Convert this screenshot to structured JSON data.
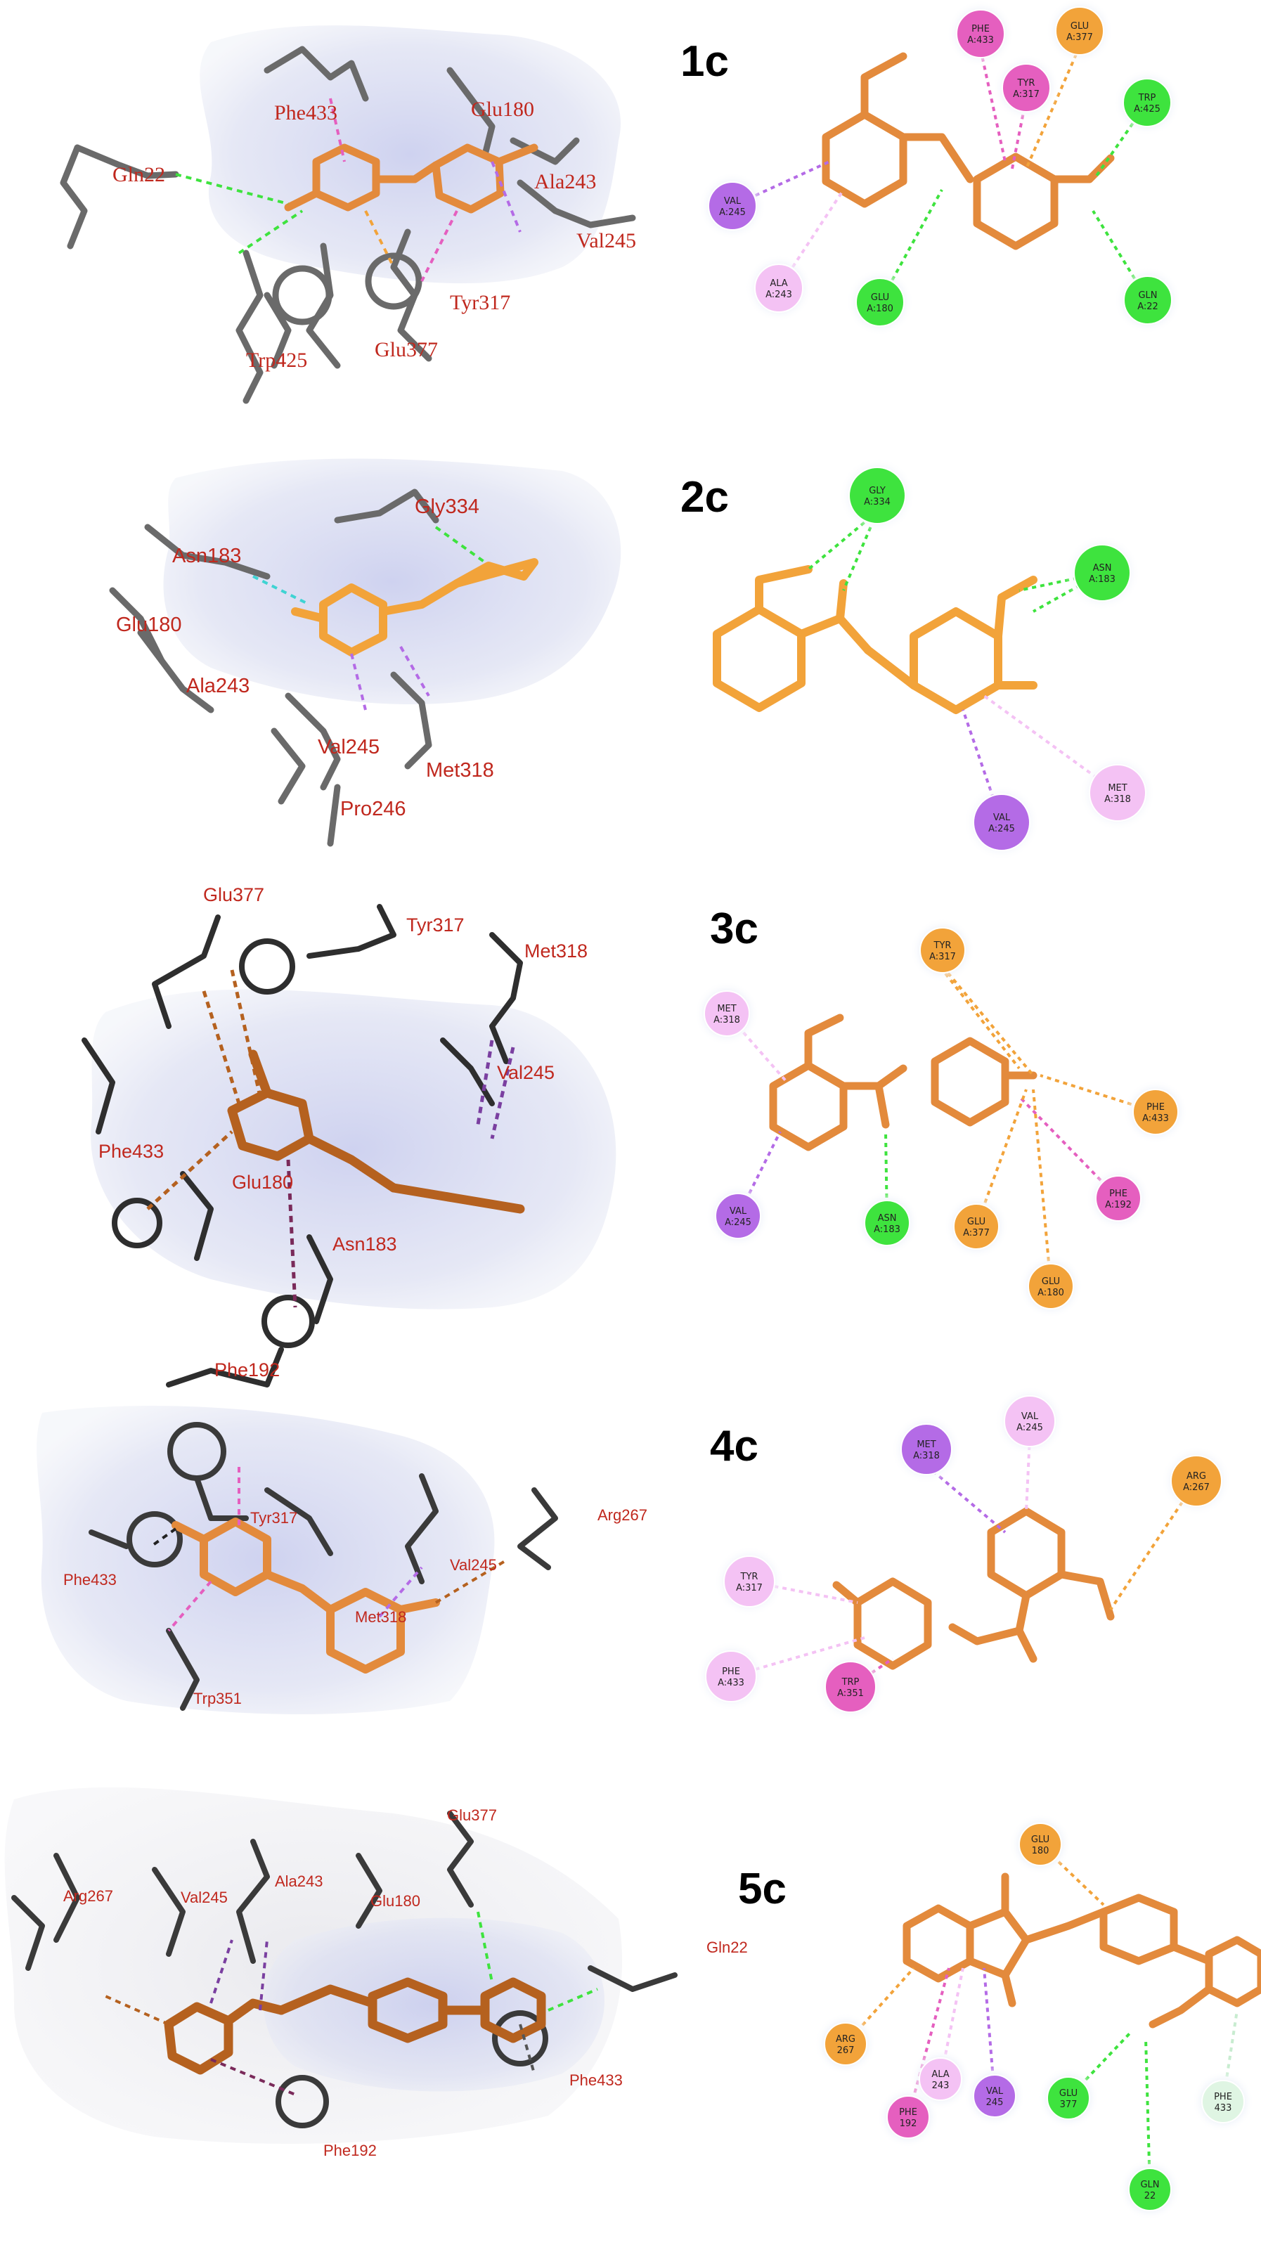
{
  "panels": [
    {
      "id": "1c",
      "label": "1c",
      "left_residues": [
        "Phe433",
        "Glu180",
        "Gln22",
        "Ala243",
        "Val245",
        "Tyr317",
        "Trp425",
        "Glu377"
      ],
      "right_residues": [
        {
          "name": "PHE",
          "num": "A:433",
          "type": "pipi"
        },
        {
          "name": "GLU",
          "num": "A:377",
          "type": "charge"
        },
        {
          "name": "TRP",
          "num": "A:425",
          "type": "hbond"
        },
        {
          "name": "TYR",
          "num": "A:317",
          "type": "pipi"
        },
        {
          "name": "VAL",
          "num": "A:245",
          "type": "alkyl"
        },
        {
          "name": "ALA",
          "num": "A:243",
          "type": "pialkyl"
        },
        {
          "name": "GLU",
          "num": "A:180",
          "type": "hbond"
        },
        {
          "name": "GLN",
          "num": "A:22",
          "type": "hbond"
        }
      ]
    },
    {
      "id": "2c",
      "label": "2c",
      "left_residues": [
        "Gly334",
        "Asn183",
        "Glu180",
        "Ala243",
        "Val245",
        "Met318",
        "Pro246"
      ],
      "right_residues": [
        {
          "name": "GLY",
          "num": "A:334",
          "type": "hbond"
        },
        {
          "name": "ASN",
          "num": "A:183",
          "type": "hbond"
        },
        {
          "name": "MET",
          "num": "A:318",
          "type": "pialkyl"
        },
        {
          "name": "VAL",
          "num": "A:245",
          "type": "alkyl"
        }
      ]
    },
    {
      "id": "3c",
      "label": "3c",
      "left_residues": [
        "Glu377",
        "Tyr317",
        "Met318",
        "Val245",
        "Phe433",
        "Glu180",
        "Asn183",
        "Phe192"
      ],
      "right_residues": [
        {
          "name": "TYR",
          "num": "A:317",
          "type": "charge"
        },
        {
          "name": "MET",
          "num": "A:318",
          "type": "pialkyl"
        },
        {
          "name": "PHE",
          "num": "A:433",
          "type": "charge"
        },
        {
          "name": "PHE",
          "num": "A:192",
          "type": "pipi"
        },
        {
          "name": "VAL",
          "num": "A:245",
          "type": "alkyl"
        },
        {
          "name": "ASN",
          "num": "A:183",
          "type": "hbond"
        },
        {
          "name": "GLU",
          "num": "A:377",
          "type": "charge"
        },
        {
          "name": "GLU",
          "num": "A:180",
          "type": "charge"
        }
      ]
    },
    {
      "id": "4c",
      "label": "4c",
      "left_residues": [
        "Tyr317",
        "Arg267",
        "Phe433",
        "Val245",
        "Met318",
        "Trp351"
      ],
      "right_residues": [
        {
          "name": "MET",
          "num": "A:318",
          "type": "alkyl"
        },
        {
          "name": "VAL",
          "num": "A:245",
          "type": "pialkyl"
        },
        {
          "name": "ARG",
          "num": "A:267",
          "type": "charge"
        },
        {
          "name": "TYR",
          "num": "A:317",
          "type": "pialkyl"
        },
        {
          "name": "PHE",
          "num": "A:433",
          "type": "pialkyl"
        },
        {
          "name": "TRP",
          "num": "A:351",
          "type": "pipi"
        }
      ]
    },
    {
      "id": "5c",
      "label": "5c",
      "left_residues": [
        "Glu377",
        "Arg267",
        "Ala243",
        "Val245",
        "Glu180",
        "Gln22",
        "Phe433",
        "Phe192"
      ],
      "right_residues": [
        {
          "name": "GLU",
          "num": "180",
          "type": "charge"
        },
        {
          "name": "ARG",
          "num": "267",
          "type": "charge"
        },
        {
          "name": "ALA",
          "num": "243",
          "type": "pialkyl"
        },
        {
          "name": "VAL",
          "num": "245",
          "type": "alkyl"
        },
        {
          "name": "PHE",
          "num": "192",
          "type": "pipi"
        },
        {
          "name": "GLU",
          "num": "377",
          "type": "hbond"
        },
        {
          "name": "GLN",
          "num": "22",
          "type": "hbond"
        },
        {
          "name": "PHE",
          "num": "433",
          "type": "weak"
        }
      ]
    }
  ],
  "colors": {
    "hbond": "#3ee33e",
    "alkyl": "#b46be6",
    "pialkyl": "#f4c2f4",
    "pipi": "#e55fbf",
    "charge": "#f2a33a",
    "weak": "#dff5e3",
    "ligand": "#e38a3c",
    "ligand_dark": "#b5611f",
    "label_red": "#c0281e"
  }
}
